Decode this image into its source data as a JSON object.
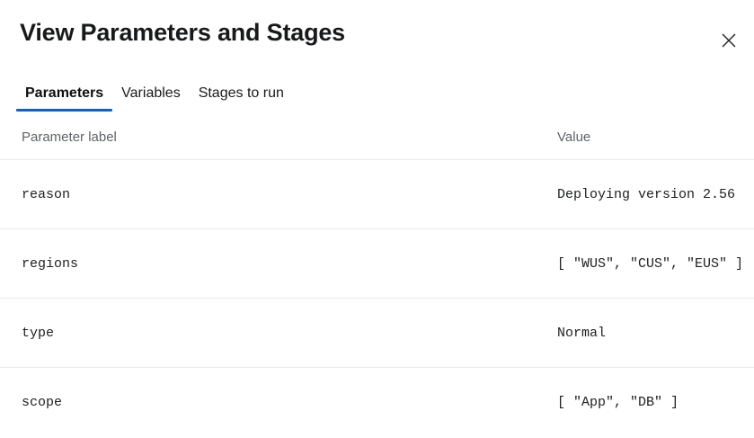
{
  "dialog": {
    "title": "View Parameters and Stages",
    "close_icon": "close-icon",
    "accent_color": "#0b62d6",
    "divider_color": "#e8eaed",
    "header_text_color": "#5f6368",
    "body_text_color": "#202124"
  },
  "tabs": [
    {
      "label": "Parameters",
      "active": true
    },
    {
      "label": "Variables",
      "active": false
    },
    {
      "label": "Stages to run",
      "active": false
    }
  ],
  "table": {
    "columns": [
      {
        "key": "label",
        "header": "Parameter label"
      },
      {
        "key": "value",
        "header": "Value"
      }
    ],
    "rows": [
      {
        "label": "reason",
        "value": "Deploying version 2.56"
      },
      {
        "label": "regions",
        "value": "[ \"WUS\", \"CUS\", \"EUS\" ]"
      },
      {
        "label": "type",
        "value": "Normal"
      },
      {
        "label": "scope",
        "value": "[ \"App\", \"DB\" ]"
      }
    ]
  }
}
